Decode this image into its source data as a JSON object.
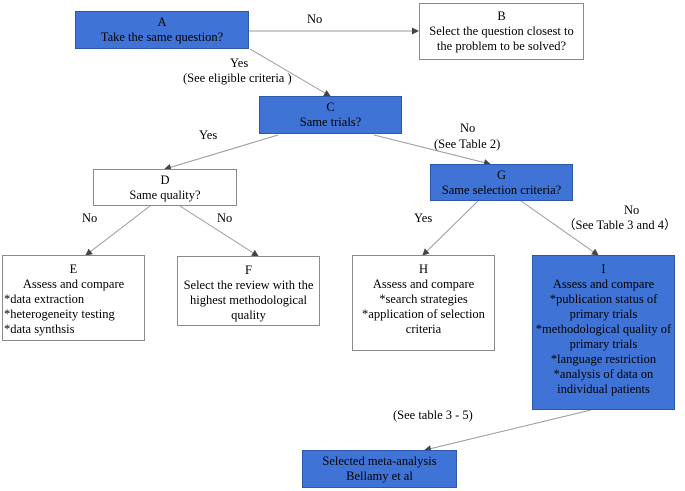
{
  "nodes": {
    "A": {
      "id": "A",
      "lines": [
        "Take the same question?"
      ]
    },
    "B": {
      "id": "B",
      "lines": [
        "Select the question closest to",
        "the problem to be solved?"
      ]
    },
    "C": {
      "id": "C",
      "lines": [
        "Same trials?"
      ]
    },
    "D": {
      "id": "D",
      "lines": [
        "Same quality?"
      ]
    },
    "E": {
      "id": "E",
      "lines": [
        "Assess and compare",
        "*data extraction",
        "*heterogeneity testing",
        "*data synthsis"
      ]
    },
    "F": {
      "id": "F",
      "lines": [
        "Select the review with the",
        "highest methodological",
        "quality"
      ]
    },
    "G": {
      "id": "G",
      "lines": [
        "Same selection criteria?"
      ]
    },
    "H": {
      "id": "H",
      "lines": [
        "Assess and compare",
        "*search strategies",
        "*application of selection",
        "criteria"
      ]
    },
    "I": {
      "id": "I",
      "lines": [
        "Assess and compare",
        "*publication status of",
        "primary trials",
        "*methodological quality of",
        "primary trials",
        "*language restriction",
        "*analysis of data on",
        "individual patients"
      ]
    },
    "final": {
      "lines": [
        "Selected meta-analysis",
        "Bellamy et al"
      ]
    }
  },
  "edge_labels": {
    "a_b": "No",
    "a_c_1": "Yes",
    "a_c_2": "(See eligible criteria )",
    "c_d": "Yes",
    "c_g_1": "No",
    "c_g_2": "(See Table 2)",
    "d_e": "No",
    "d_f": "No",
    "g_h": "Yes",
    "g_i_1": "No",
    "g_i_2": "（See Table 3 and 4）",
    "i_final": "(See table 3 - 5)"
  },
  "colors": {
    "decision_fill": "#3f74d6",
    "box_border": "#8a8a8a",
    "edge": "#9a9a9a"
  }
}
